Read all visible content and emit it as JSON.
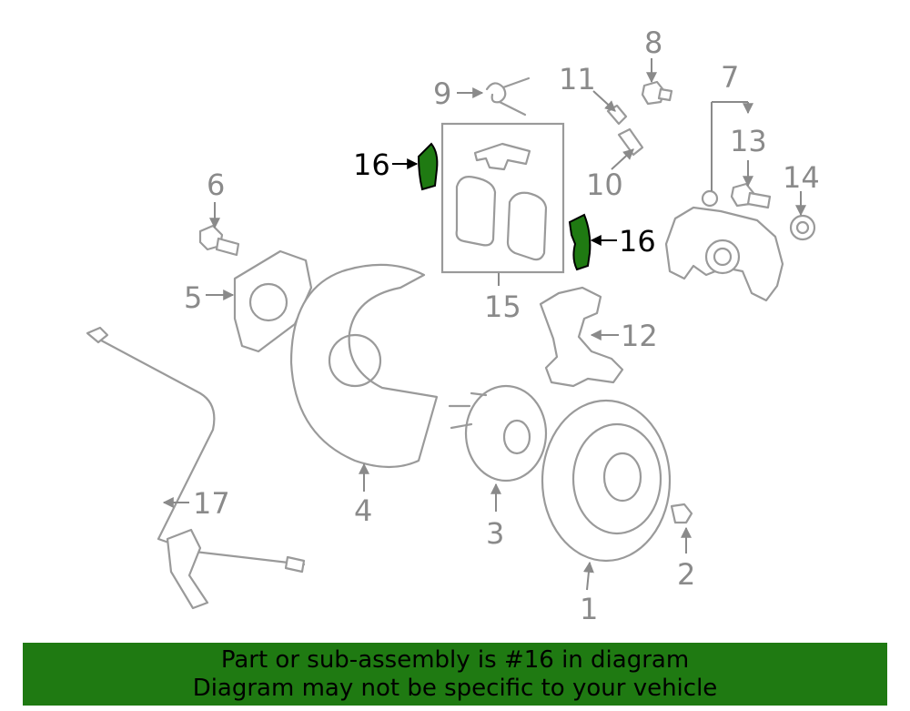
{
  "callouts": {
    "c1": "1",
    "c2": "2",
    "c3": "3",
    "c4": "4",
    "c5": "5",
    "c6": "6",
    "c7": "7",
    "c8": "8",
    "c9": "9",
    "c10": "10",
    "c11": "11",
    "c12": "12",
    "c13": "13",
    "c14": "14",
    "c15": "15",
    "c16a": "16",
    "c16b": "16",
    "c17": "17"
  },
  "banner": {
    "line1": "Part or sub-assembly is #16 in diagram",
    "line2": "Diagram may not be specific to your vehicle"
  },
  "colors": {
    "highlight": "#1f7a12",
    "lines": "#9a9a9a",
    "banner_bg": "#1f7a12"
  }
}
